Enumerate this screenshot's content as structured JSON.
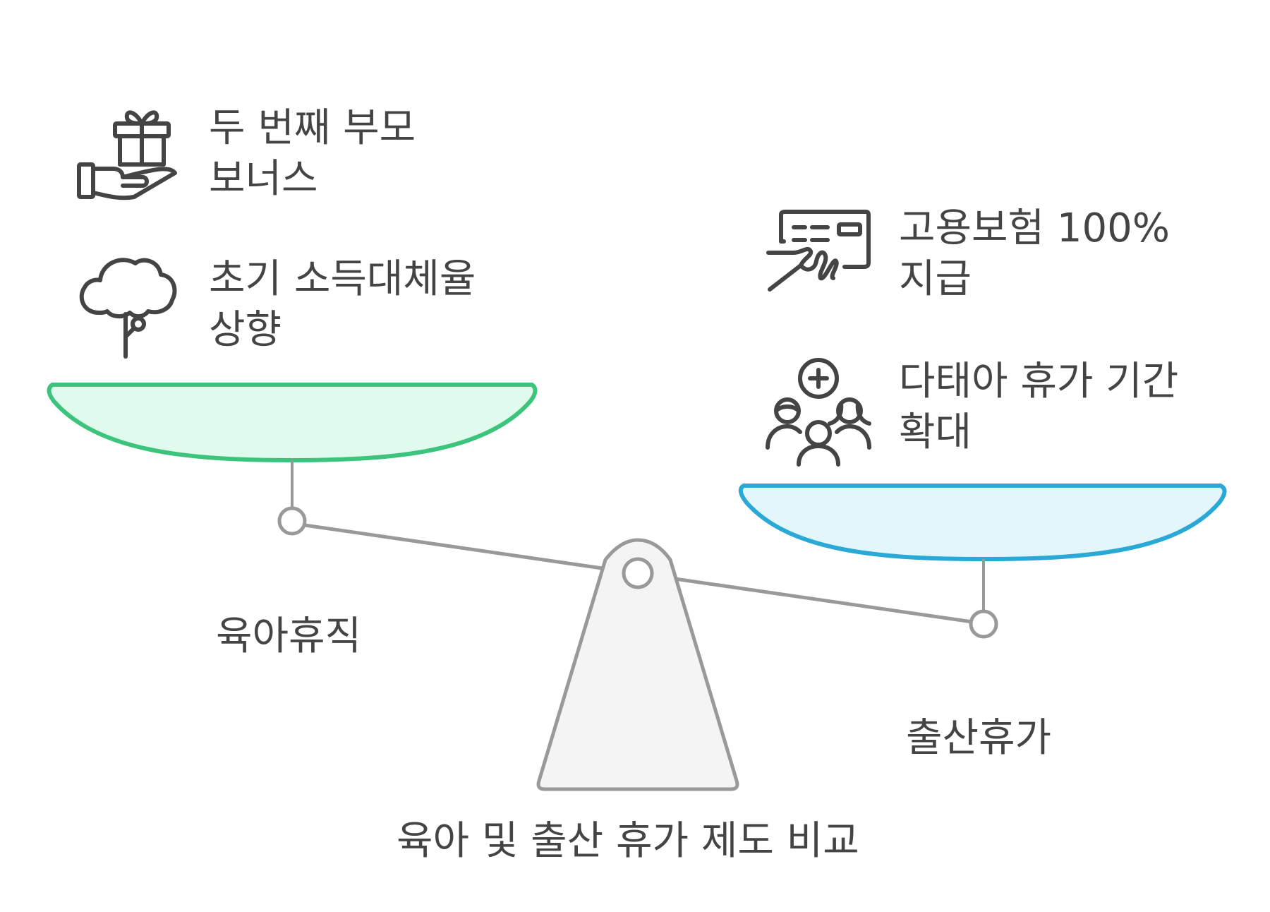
{
  "title": "육아 및 출산 휴가 제도 비교",
  "left": {
    "label": "육아휴직",
    "color": "#3cc47c",
    "fill": "#e0fbed",
    "items": [
      {
        "icon": "gift-in-hand-icon",
        "text": "두 번째 부모 보너스"
      },
      {
        "icon": "tree-sprout-icon",
        "text": "초기 소득대체율 상향"
      }
    ]
  },
  "right": {
    "label": "출산휴가",
    "color": "#2aa9d6",
    "fill": "#e3f6fc",
    "items": [
      {
        "icon": "check-payment-icon",
        "text": "고용보험 100% 지급"
      },
      {
        "icon": "family-plus-icon",
        "text": "다태아 휴가 기간 확대"
      }
    ]
  },
  "colors": {
    "beam": "#999999",
    "fulcrum_fill": "#f4f4f4",
    "text": "#444444",
    "icon_stroke": "#444444"
  }
}
